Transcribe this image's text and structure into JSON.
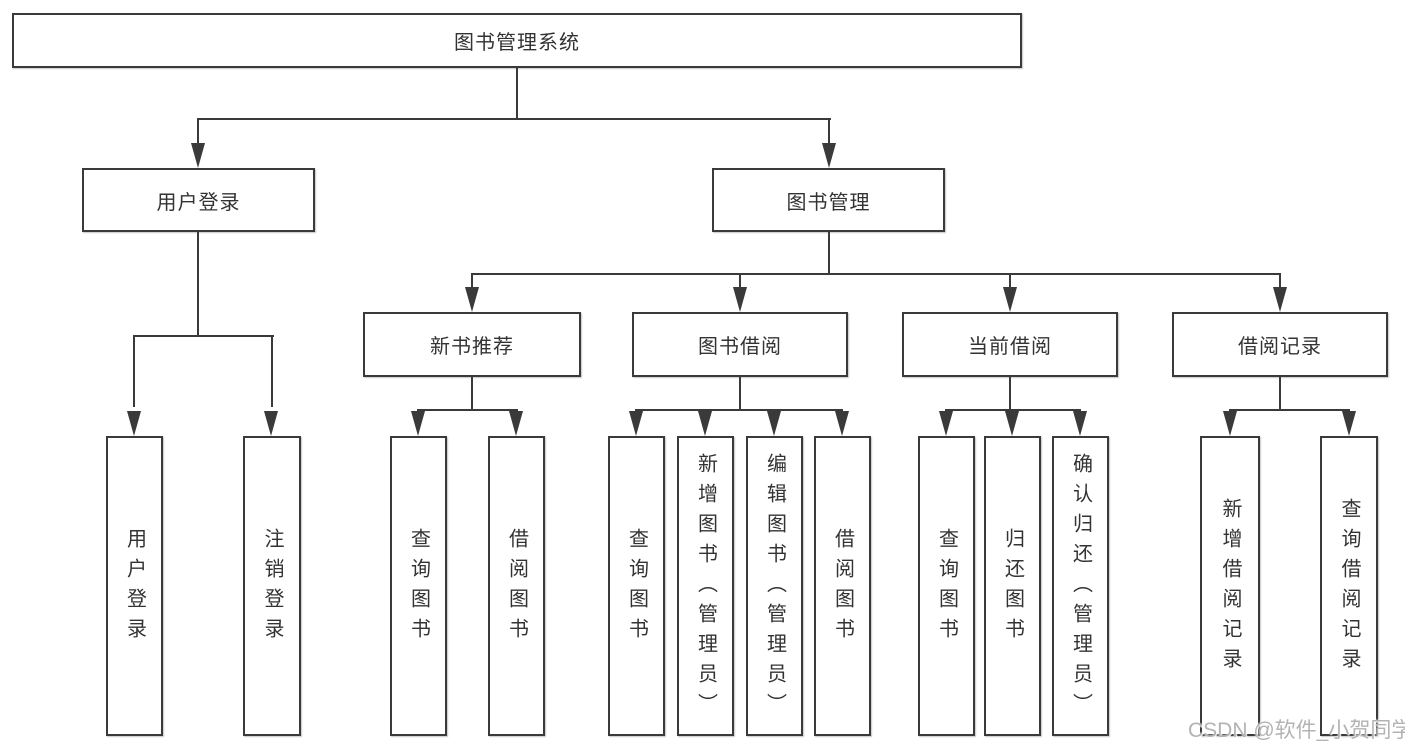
{
  "diagram": {
    "root": {
      "label": "图书管理系统"
    },
    "branches": [
      {
        "label": "用户登录",
        "children": [
          {
            "label": "用户登录"
          },
          {
            "label": "注销登录"
          }
        ]
      },
      {
        "label": "图书管理",
        "sections": [
          {
            "label": "新书推荐",
            "children": [
              {
                "label": "查询图书"
              },
              {
                "label": "借阅图书"
              }
            ]
          },
          {
            "label": "图书借阅",
            "children": [
              {
                "label": "查询图书"
              },
              {
                "label": "新增图书（管理员）"
              },
              {
                "label": "编辑图书（管理员）"
              },
              {
                "label": "借阅图书"
              }
            ]
          },
          {
            "label": "当前借阅",
            "children": [
              {
                "label": "查询图书"
              },
              {
                "label": "归还图书"
              },
              {
                "label": "确认归还（管理员）"
              }
            ]
          },
          {
            "label": "借阅记录",
            "children": [
              {
                "label": "新增借阅记录"
              },
              {
                "label": "查询借阅记录"
              }
            ]
          }
        ]
      }
    ]
  },
  "watermark": {
    "text": "CSDN @软件_小贺同学"
  },
  "colors": {
    "line": "#3a3a3a",
    "text": "#333333",
    "watermark": "#b3b3b3",
    "background": "#ffffff"
  }
}
